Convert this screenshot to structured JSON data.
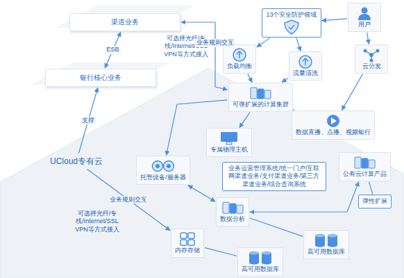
{
  "diagram": {
    "nodes": [
      {
        "text": [
          "渠道业务"
        ]
      },
      {
        "text": [
          "银行核心业务"
        ]
      },
      {
        "text": [
          "UCloud专有云"
        ]
      },
      {
        "text": [
          "用户"
        ]
      },
      {
        "text": [
          "13个安全防护领域"
        ]
      },
      {
        "text": [
          "云分发"
        ]
      },
      {
        "text": [
          "负载均衡"
        ]
      },
      {
        "text": [
          "流量清洗"
        ]
      },
      {
        "text": [
          "可弹扩展的计算集群"
        ]
      },
      {
        "text": [
          "数据直播、点播、视频银行"
        ]
      },
      {
        "text": [
          "专属物理主机"
        ]
      },
      {
        "text": [
          "托管设备/服务器"
        ]
      },
      {
        "text": [
          "业务运营管理系统/统一门户/互联网渠道业务/支付渠道业务/第三方渠道业务/综合查询系统"
        ]
      },
      {
        "text": [
          "公有云计算产品"
        ]
      },
      {
        "text": [
          "弹性扩展"
        ]
      },
      {
        "text": [
          "数据分析"
        ]
      },
      {
        "text": [
          "内存存储"
        ]
      },
      {
        "text": [
          "高可用数据库"
        ]
      },
      {
        "text": [
          "高可用数据库"
        ]
      }
    ],
    "edges": [
      {
        "from": 0,
        "to": 1,
        "arrow": "both",
        "label": "ESB"
      },
      {
        "from": 2,
        "to": 1,
        "arrow": "to",
        "label": "支撑"
      },
      {
        "from": 0,
        "to": 8,
        "arrow": "both",
        "label": "业务规则交互"
      },
      {
        "from": 3,
        "to": 4,
        "arrow": "to"
      },
      {
        "from": 3,
        "to": 5,
        "arrow": "to"
      },
      {
        "from": 4,
        "to": 6,
        "arrow": "to"
      },
      {
        "from": 4,
        "to": 7,
        "arrow": "to"
      },
      {
        "from": 6,
        "to": 8,
        "arrow": "to"
      },
      {
        "from": 7,
        "to": 8,
        "arrow": "to"
      },
      {
        "from": 5,
        "to": 9,
        "arrow": "to"
      },
      {
        "from": 8,
        "to": 9,
        "arrow": "to"
      },
      {
        "from": 8,
        "to": 11,
        "arrow": "to"
      },
      {
        "from": 8,
        "to": 10,
        "arrow": "to"
      },
      {
        "from": 11,
        "to": 15,
        "arrow": "both"
      },
      {
        "from": 15,
        "to": 13,
        "arrow": "both"
      },
      {
        "from": 13,
        "to": 14,
        "arrow": "none"
      },
      {
        "from": 2,
        "to": 16,
        "arrow": "to",
        "label": "业务规则交互"
      },
      {
        "from": 15,
        "to": 17,
        "arrow": "none"
      },
      {
        "from": 16,
        "to": 18,
        "arrow": "none"
      }
    ],
    "labels": [
      "可选择光纤/专线/Internet/SSL VPN等方式接入",
      "可选择光纤/专线/Internet/SSL VPN等方式接入"
    ]
  }
}
